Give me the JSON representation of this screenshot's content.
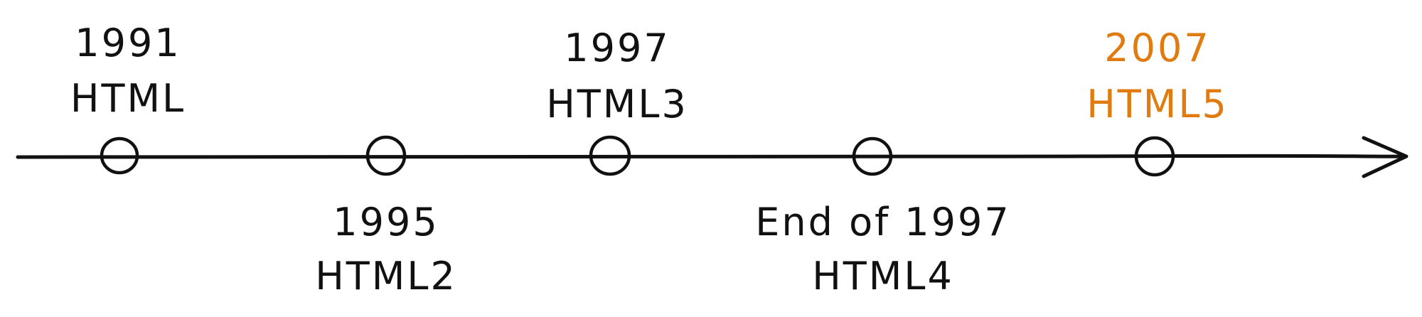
{
  "colors": {
    "ink": "#111111",
    "highlight": "#e07b10"
  },
  "timeline": {
    "events": [
      {
        "year": "1991",
        "name": "HTML",
        "label_side": "above",
        "highlight": false
      },
      {
        "year": "1995",
        "name": "HTML2",
        "label_side": "below",
        "highlight": false
      },
      {
        "year": "1997",
        "name": "HTML3",
        "label_side": "above",
        "highlight": false
      },
      {
        "year": "End of 1997",
        "name": "HTML4",
        "label_side": "below",
        "highlight": false
      },
      {
        "year": "2007",
        "name": "HTML5",
        "label_side": "above",
        "highlight": true
      }
    ]
  }
}
